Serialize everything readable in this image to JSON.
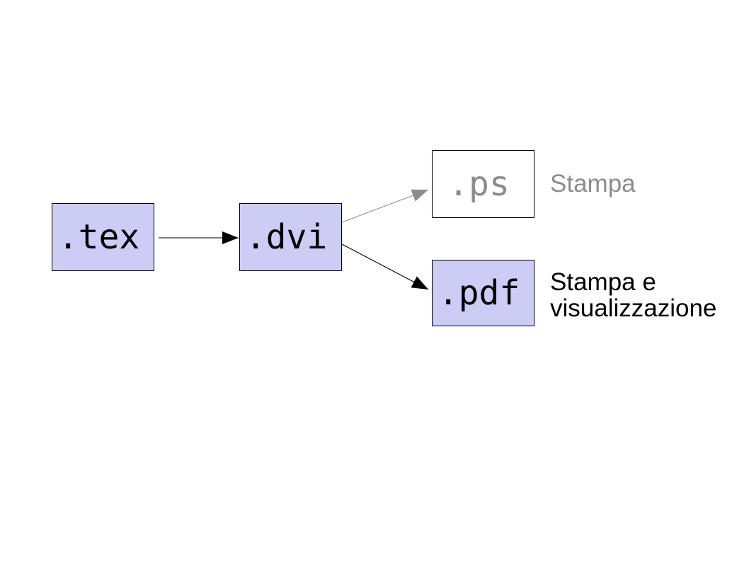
{
  "nodes": {
    "tex": {
      "label": ".tex"
    },
    "dvi": {
      "label": ".dvi"
    },
    "ps": {
      "label": ".ps"
    },
    "pdf": {
      "label": ".pdf"
    }
  },
  "annotations": {
    "ps": "Stampa",
    "pdf_line1": "Stampa e",
    "pdf_line2": "visualizzazione"
  },
  "colors": {
    "node_fill": "#ccccf4",
    "node_border": "#000000",
    "arrow_dark": "#000000",
    "gray": "#8c8c8c",
    "background": "#ffffff"
  }
}
